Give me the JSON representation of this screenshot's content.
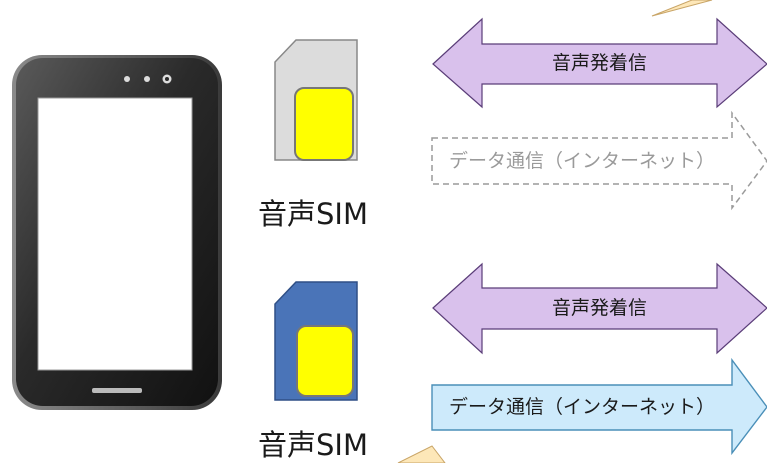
{
  "colors": {
    "voice_arrow": "#d9c1ec",
    "voice_arrow_stroke": "#5a3d78",
    "data_arrow": "#cdeafb",
    "data_arrow_stroke": "#4a8fb8",
    "dashed_arrow_stroke": "#9a9a9a",
    "sim_gray": "#dcdcdc",
    "sim_blue": "#4a74b8",
    "chip": "#ffff00",
    "phone_body": "#2d2d2d",
    "speech_tail": "#fde7b8"
  },
  "sims": [
    {
      "label": "音声SIM",
      "color": "gray"
    },
    {
      "label": "音声SIM",
      "color": "blue"
    }
  ],
  "arrows": [
    {
      "label": "音声発着信",
      "style": "double-solid"
    },
    {
      "label": "データ通信（インターネット）",
      "style": "right-dashed"
    },
    {
      "label": "音声発着信",
      "style": "double-solid"
    },
    {
      "label": "データ通信（インターネット）",
      "style": "right-solid"
    }
  ],
  "icons": [
    "smartphone-icon",
    "sim-card-icon",
    "speech-bubble-tail"
  ]
}
